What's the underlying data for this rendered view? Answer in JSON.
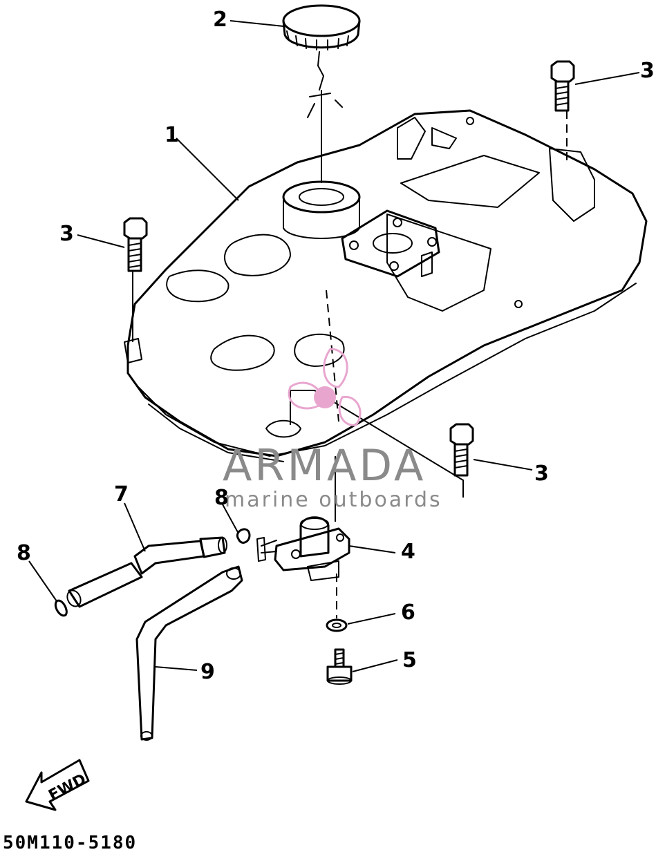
{
  "callouts": {
    "c1": "1",
    "c2": "2",
    "c3a": "3",
    "c3b": "3",
    "c3c": "3",
    "c4": "4",
    "c5": "5",
    "c6": "6",
    "c7": "7",
    "c8a": "8",
    "c8b": "8",
    "c9": "9"
  },
  "watermark": {
    "brand": "ARMADA",
    "tagline": "marine outboards",
    "accent_color": "#e8a6cf",
    "text_color": "#8a8a8a"
  },
  "arrow_label": "FWD",
  "diagram_code": "50M110-5180"
}
